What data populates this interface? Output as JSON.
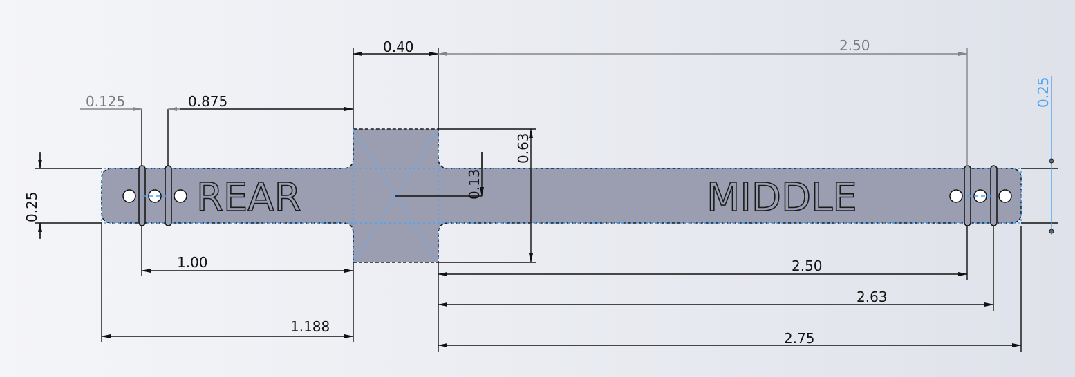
{
  "part_labels": {
    "rear": "REAR",
    "middle": "MIDDLE"
  },
  "dimensions": {
    "hub_width": "0.40",
    "slot_to_hub_top": "2.50",
    "slot_offset": "0.125",
    "slot_to_hub": "0.875",
    "bar_height_left": "0.25",
    "hub_height": "0.63",
    "center_offset": "0.13",
    "bar_height_right": "0.25",
    "rear_slot": "1.00",
    "middle_slot_1": "2.50",
    "middle_slot_2": "2.63",
    "middle_length": "2.75",
    "rear_length": "1.188"
  },
  "colors": {
    "part": "#9a9eb0",
    "driven_dim": "#7b7b7f",
    "selected_dim": "#4aa3f5",
    "dim": "#111111"
  }
}
